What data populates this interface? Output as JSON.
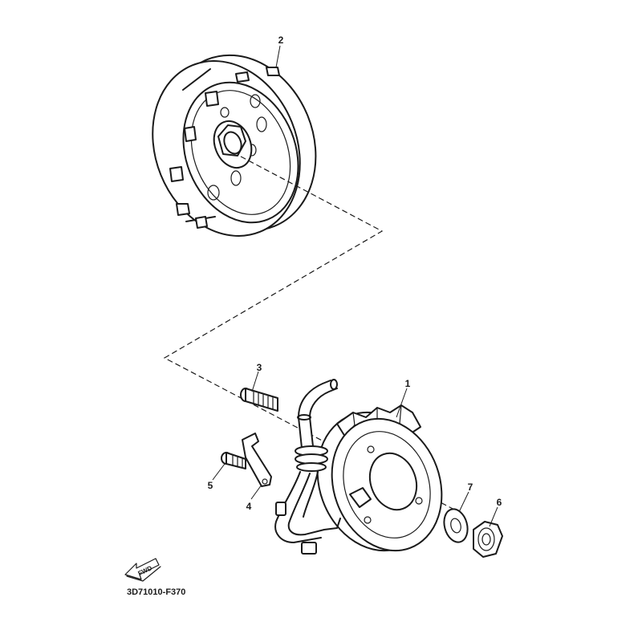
{
  "callouts": {
    "c1": "1",
    "c2": "2",
    "c3": "3",
    "c4": "4",
    "c5": "5",
    "c6": "6",
    "c7": "7"
  },
  "fwd_label": "FWD",
  "diagram_code": "3D71010-F370"
}
